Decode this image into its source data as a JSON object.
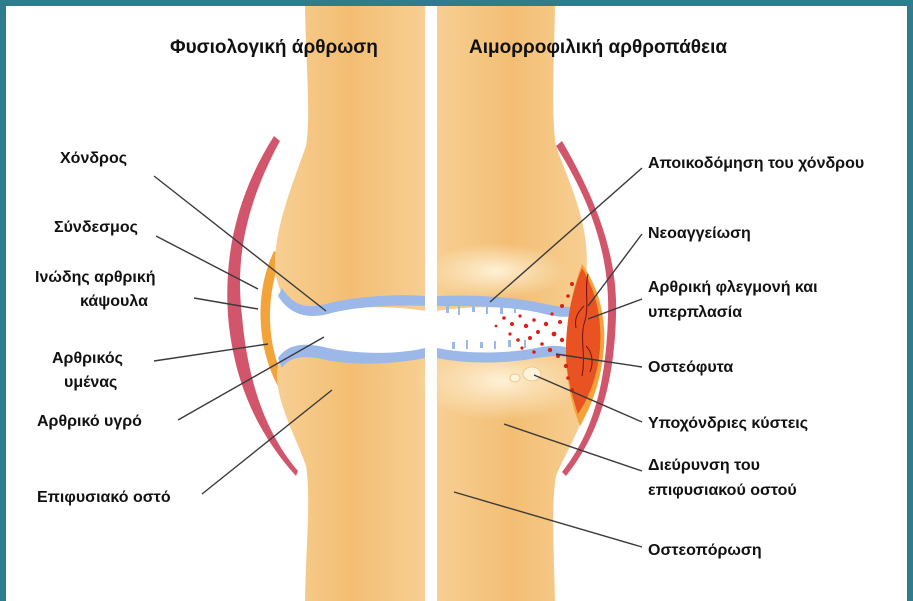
{
  "titles": {
    "normal": "Φυσιολογική άρθρωση",
    "hemophilic": "Αιμορροφιλική αρθροπάθεια"
  },
  "left_labels": {
    "cartilage": "Χόνδρος",
    "ligament": "Σύνδεσμος",
    "capsule_line1": "Ινώδης αρθρική",
    "capsule_line2": "κάψουλα",
    "synovium_line1": "Αρθρικός",
    "synovium_line2": "υμένας",
    "synovial_fluid": "Αρθρικό υγρό",
    "epiphyseal_bone": "Επιφυσιακό οστό"
  },
  "right_labels": {
    "cartilage_degradation": "Αποικοδόμηση του χόνδρου",
    "neovascularization": "Νεοαγγείωση",
    "synovitis_line1": "Αρθρική φλεγμονή και",
    "synovitis_line2": "υπερπλασία",
    "osteophytes": "Οστεόφυτα",
    "subchondral_cysts": "Υποχόνδριες κύστεις",
    "bone_enlarge_line1": "Διεύρυνση του",
    "bone_enlarge_line2": "επιφυσιακού οστού",
    "osteoporosis": "Οστεοπόρωση"
  },
  "colors": {
    "frame": "#2e7d8c",
    "bone": "#f6cb8e",
    "bone_light": "#fde6c0",
    "cartilage": "#9bb8e8",
    "capsule": "#d2566b",
    "synovium": "#f2a33a",
    "inflammation": "#e83a1e"
  }
}
